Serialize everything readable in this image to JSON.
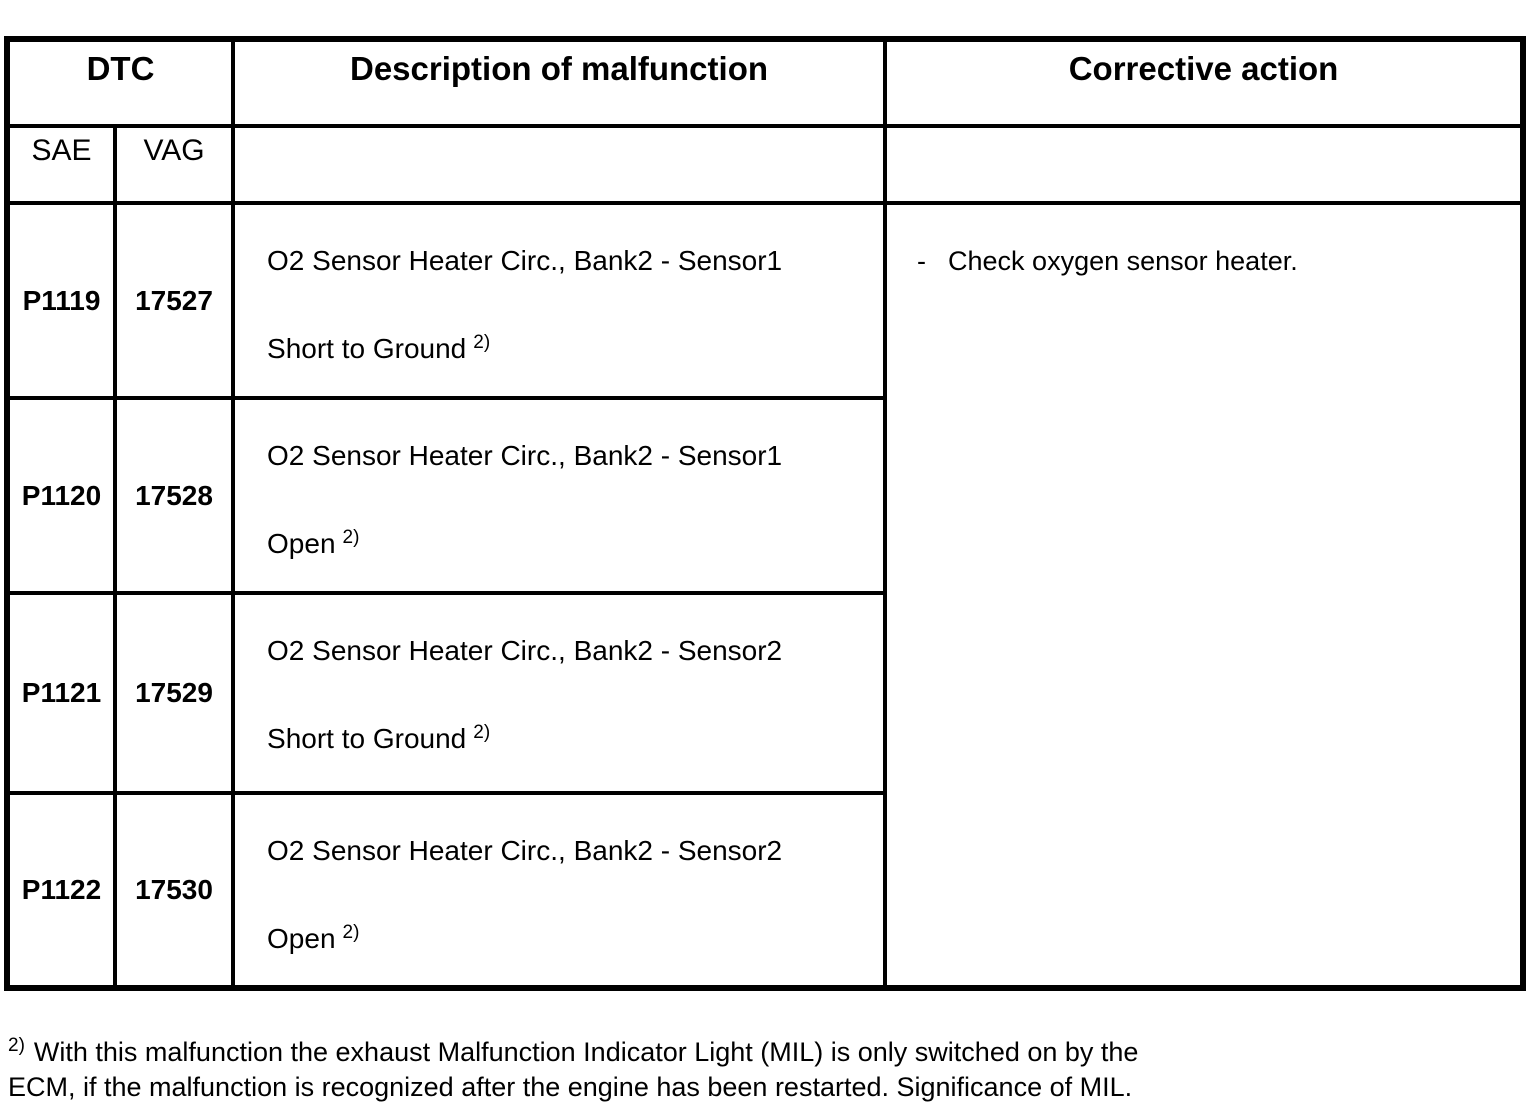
{
  "colors": {
    "text": "#000000",
    "background": "#ffffff",
    "border": "#000000"
  },
  "table": {
    "header": {
      "dtc": "DTC",
      "sae": "SAE",
      "vag": "VAG",
      "description": "Description of malfunction",
      "corrective": "Corrective action"
    },
    "rows": [
      {
        "sae": "P1119",
        "vag": "17527",
        "malfunction": "O2 Sensor Heater Circ., Bank2 - Sensor1",
        "condition": "Short to Ground",
        "footnote_ref": "2)"
      },
      {
        "sae": "P1120",
        "vag": "17528",
        "malfunction": "O2 Sensor Heater Circ., Bank2 - Sensor1",
        "condition": "Open",
        "footnote_ref": "2)"
      },
      {
        "sae": "P1121",
        "vag": "17529",
        "malfunction": "O2 Sensor Heater Circ., Bank2 - Sensor2",
        "condition": "Short to Ground",
        "footnote_ref": "2)"
      },
      {
        "sae": "P1122",
        "vag": "17530",
        "malfunction": "O2 Sensor Heater Circ., Bank2 - Sensor2",
        "condition": "Open",
        "footnote_ref": "2)"
      }
    ],
    "corrective": {
      "dash": "-",
      "text": "Check oxygen sensor heater."
    }
  },
  "footnote": {
    "ref": "2)",
    "line1": "With this malfunction the exhaust Malfunction Indicator Light (MIL) is only switched on by the",
    "line2": "ECM, if the malfunction is recognized after the engine has been restarted. Significance of MIL."
  }
}
